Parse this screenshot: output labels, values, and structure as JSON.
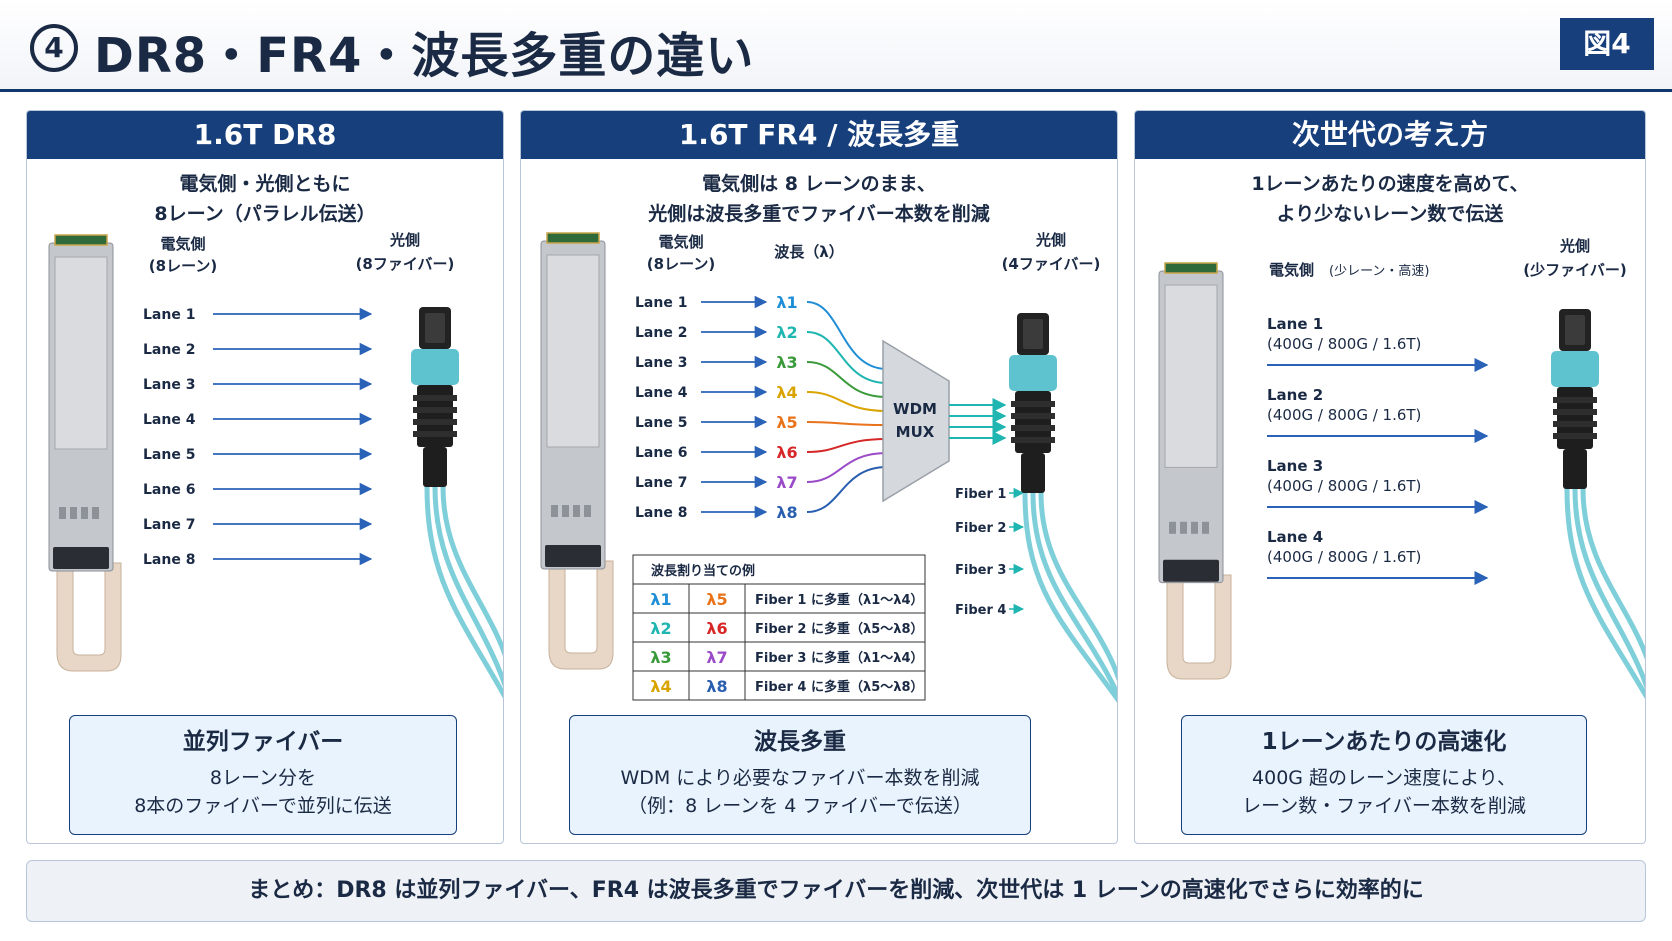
{
  "header": {
    "number": "4",
    "title": "DR8・FR4・波長多重の違い",
    "badge": "図4"
  },
  "panels": {
    "dr8": {
      "title": "1.6T DR8",
      "subtitle_lines": [
        "電気側・光側ともに",
        "8レーン（パラレル伝送）"
      ],
      "electrical_label": [
        "電気側",
        "(8レーン)"
      ],
      "optical_label": [
        "光側",
        "(8ファイバー)"
      ],
      "lanes": [
        "Lane 1",
        "Lane 2",
        "Lane 3",
        "Lane 4",
        "Lane 5",
        "Lane 6",
        "Lane 7",
        "Lane 8"
      ],
      "callout_title": "並列ファイバー",
      "callout_lines": [
        "8レーン分を",
        "8本のファイバーで並列に伝送"
      ]
    },
    "fr4": {
      "title": "1.6T FR4 / 波長多重",
      "subtitle_lines": [
        "電気側は 8 レーンのまま、",
        "光側は波長多重でファイバー本数を削減"
      ],
      "electrical_label": [
        "電気側",
        "(8レーン)"
      ],
      "wavelength_label": "波長（λ）",
      "optical_label": [
        "光側",
        "(4ファイバー)"
      ],
      "lanes": [
        "Lane 1",
        "Lane 2",
        "Lane 3",
        "Lane 4",
        "Lane 5",
        "Lane 6",
        "Lane 7",
        "Lane 8"
      ],
      "lambdas": [
        "λ1",
        "λ2",
        "λ3",
        "λ4",
        "λ5",
        "λ6",
        "λ7",
        "λ8"
      ],
      "lambda_colors": [
        "#1f8ed6",
        "#1fb5b0",
        "#3a9a3a",
        "#d9a400",
        "#e8731a",
        "#d62828",
        "#9b4bc8",
        "#2a5fb0"
      ],
      "mux_label": [
        "WDM",
        "MUX"
      ],
      "fibers": [
        "Fiber 1",
        "Fiber 2",
        "Fiber 3",
        "Fiber 4"
      ],
      "table": {
        "title": "波長割り当ての例",
        "rows": [
          {
            "a": "λ1",
            "b": "λ5",
            "desc": "Fiber 1 に多重（λ1〜λ4）"
          },
          {
            "a": "λ2",
            "b": "λ6",
            "desc": "Fiber 2 に多重（λ5〜λ8）"
          },
          {
            "a": "λ3",
            "b": "λ7",
            "desc": "Fiber 3 に多重（λ1〜λ4）"
          },
          {
            "a": "λ4",
            "b": "λ8",
            "desc": "Fiber 4 に多重（λ5〜λ8）"
          }
        ]
      },
      "callout_title": "波長多重",
      "callout_lines": [
        "WDM により必要なファイバー本数を削減",
        "（例：8 レーンを 4 ファイバーで伝送）"
      ]
    },
    "next": {
      "title": "次世代の考え方",
      "subtitle_lines": [
        "1レーンあたりの速度を高めて、",
        "より少ないレーン数で伝送"
      ],
      "electrical_label": "電気側",
      "electrical_note": "(少レーン・高速)",
      "optical_label": [
        "光側",
        "(少ファイバー)"
      ],
      "lanes": [
        {
          "name": "Lane 1",
          "speed": "(400G / 800G / 1.6T)"
        },
        {
          "name": "Lane 2",
          "speed": "(400G / 800G / 1.6T)"
        },
        {
          "name": "Lane 3",
          "speed": "(400G / 800G / 1.6T)"
        },
        {
          "name": "Lane 4",
          "speed": "(400G / 800G / 1.6T)"
        }
      ],
      "callout_title": "1レーンあたりの高速化",
      "callout_lines": [
        "400G 超のレーン速度により、",
        "レーン数・ファイバー本数を削減"
      ]
    }
  },
  "summary": "まとめ：DR8 は並列ファイバー、FR4 は波長多重でファイバーを削減、次世代は 1 レーンの高速化でさらに効率的に",
  "colors": {
    "navy": "#173f7c",
    "arrow_blue": "#2a62b8",
    "fiber_teal": "#7ecfd9",
    "connector_teal": "#5fc3cf",
    "callout_bg": "#e9f3fd"
  }
}
